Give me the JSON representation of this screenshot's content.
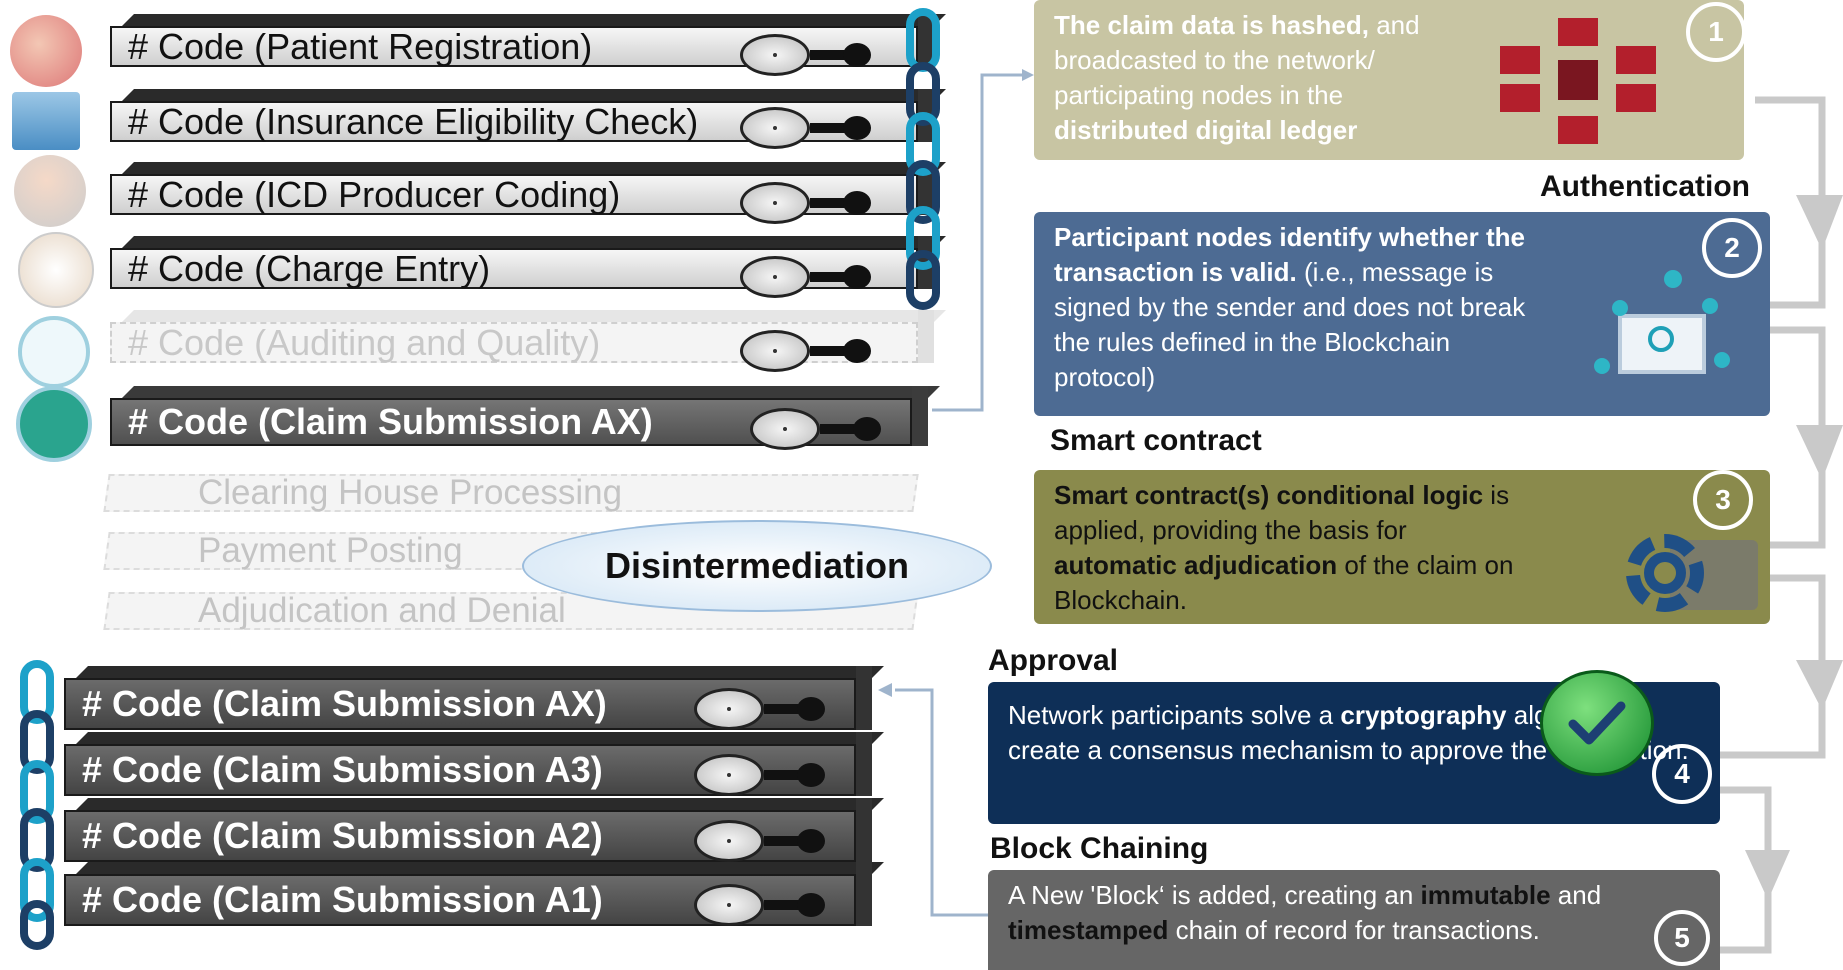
{
  "code_blocks": [
    {
      "label": "# Code (Patient Registration)"
    },
    {
      "label": "# Code (Insurance Eligibility Check)"
    },
    {
      "label": "# Code (ICD Producer Coding)"
    },
    {
      "label": "# Code (Charge Entry)"
    },
    {
      "label": "# Code (Auditing and Quality)"
    },
    {
      "label": "# Code (Claim Submission AX)"
    }
  ],
  "removed_steps": [
    "Clearing House Processing",
    "Payment Posting",
    "Adjudication and Denial"
  ],
  "disintermediation": "Disintermediation",
  "chain_blocks": [
    {
      "label": "# Code (Claim Submission AX)"
    },
    {
      "label": "# Code (Claim Submission A3)"
    },
    {
      "label": "# Code (Claim Submission A2)"
    },
    {
      "label": "# Code (Claim Submission A1)"
    }
  ],
  "steps": {
    "s1": {
      "num": "1",
      "bold": "The claim data is hashed,",
      "text": " and broadcasted to the network/ participating nodes in the ",
      "bold2": "distributed digital ledger"
    },
    "s2": {
      "num": "2",
      "heading": "Authentication",
      "bold": "Participant nodes identify whether the transaction is valid.",
      "text": " (i.e., message is signed by the sender and does not break the rules defined in the Blockchain protocol)"
    },
    "s3": {
      "num": "3",
      "heading": "Smart contract",
      "bold": "Smart contract(s) conditional logic",
      "text": " is applied, providing the basis for ",
      "bold2": "automatic adjudication",
      "text2": " of the claim on Blockchain."
    },
    "s4": {
      "num": "4",
      "heading": "Approval",
      "text": "Network participants solve a ",
      "bold": "cryptography",
      "text2": " algorithm to create a consensus mechanism to approve the transaction."
    },
    "s5": {
      "num": "5",
      "heading": "Block Chaining",
      "text": "A New 'Block‘ is added, creating an ",
      "bold": "immutable",
      "text2": " and ",
      "bold2": "timestamped",
      "text3": " chain of record for transactions."
    }
  },
  "colors": {
    "step1": "#c8c5a3",
    "step2": "#4d6b93",
    "step3": "#8a8a4c",
    "step4": "#0e2f57",
    "step5": "#666666",
    "arrow": "#c9c9c9",
    "chain_light": "#1da1c9",
    "chain_dark": "#1d3f66"
  }
}
